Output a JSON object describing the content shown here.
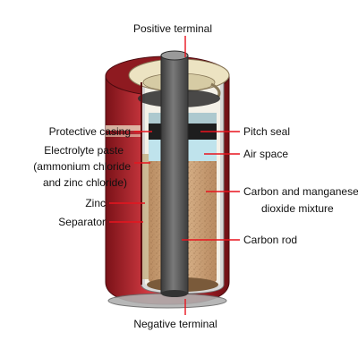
{
  "labels": {
    "positive_terminal": "Positive terminal",
    "negative_terminal": "Negative terminal",
    "protective_casing": "Protective casing",
    "electrolyte_line1": "Electrolyte paste",
    "electrolyte_line2": "(ammonium chloride",
    "electrolyte_line3": "and zinc chloride)",
    "zinc": "Zinc",
    "separator": "Separator",
    "pitch_seal": "Pitch seal",
    "air_space": "Air space",
    "mixture_line1": "Carbon and manganese",
    "mixture_line2": "dioxide mixture",
    "carbon_rod": "Carbon rod"
  },
  "colors": {
    "casing": "#b8222a",
    "casing_dark": "#7a1218",
    "carbon_rod": "#5a5a5a",
    "mixture": "#c9a077",
    "air_space": "#bfe3ec",
    "pitch_seal": "#1e1e1e",
    "zinc": "#9a9a9a",
    "top_cap": "#ece3c2",
    "leader_line": "#e8141e"
  }
}
